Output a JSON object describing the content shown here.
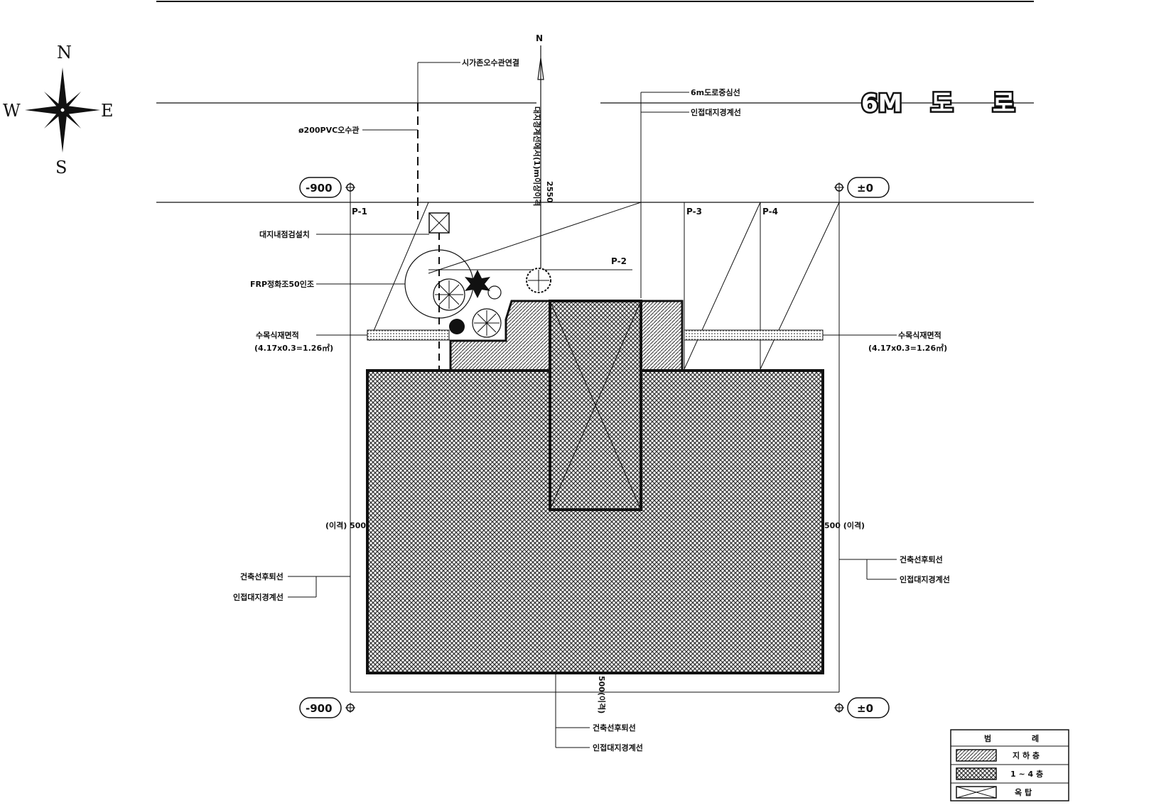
{
  "compass": {
    "north": "N",
    "south": "S",
    "east": "E",
    "west": "W"
  },
  "north_arrow_label": "N",
  "road": {
    "width": "6M",
    "name_1": "도",
    "name_2": "로"
  },
  "levels": {
    "nw": "-900",
    "ne": "±0",
    "sw": "-900",
    "se": "±0"
  },
  "parking": {
    "p1": "P-1",
    "p2": "P-2",
    "p3": "P-3",
    "p4": "P-4"
  },
  "labels": {
    "existing_pipe": "시가존오수관연결",
    "pvc_pipe": "ø200PVC오수관",
    "road_line": "6m도로중심선",
    "boundary_top": "인접대지경계선",
    "hand_hole": "대지내점검설치",
    "septic": "FRP정화조50인조",
    "rain_left": "수목식재면적",
    "rain_left_calc": "(4.17x0.3=1.26㎡)",
    "rain_right": "수목식재면적",
    "rain_right_calc": "(4.17x0.3=1.26㎡)",
    "left_line_1": "건축선후퇴선",
    "left_line_2": "인접대지경계선",
    "right_line_1": "건축선후퇴선",
    "right_line_2": "인접대지경계선",
    "bottom_line_1": "건축선후퇴선",
    "bottom_line_2": "인접대지경계선",
    "setback_left": "(이격) 500",
    "setback_right": "500 (이격)",
    "dim_vertical": "대지경계선에서(1)m이상이격",
    "dim_2550": "2550",
    "dim_bottom": "500(이격)"
  },
  "legend": {
    "title_1": "범",
    "title_2": "례",
    "row1": "지 하 층",
    "row2": "1 ~ 4 층",
    "row3": "옥 탑"
  }
}
